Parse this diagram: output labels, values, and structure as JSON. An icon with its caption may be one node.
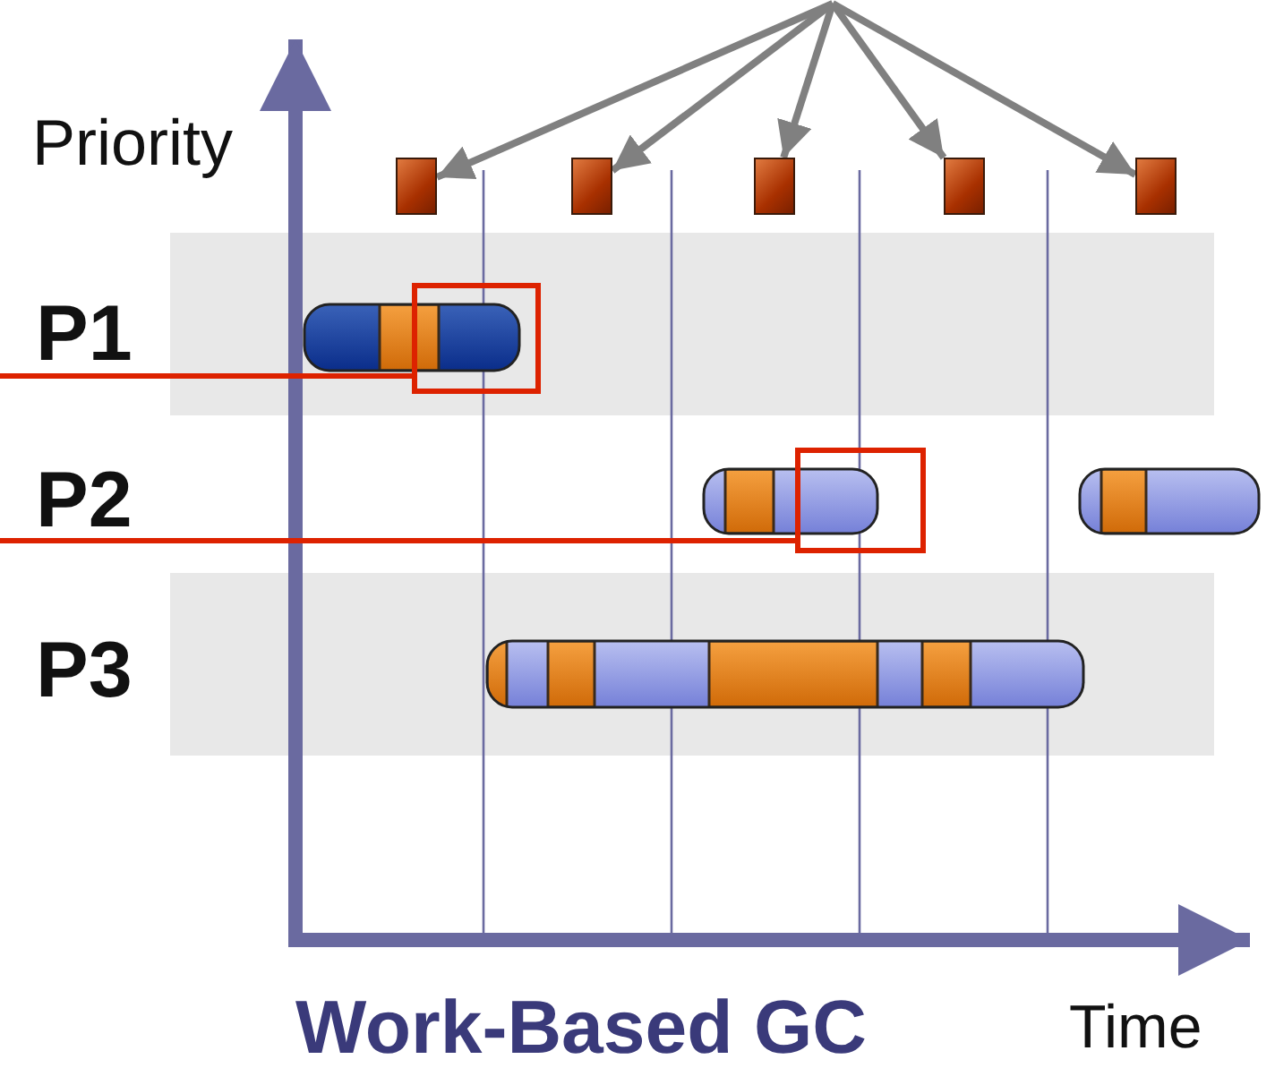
{
  "diagram": {
    "caption": "Work-Based GC",
    "nodes": [
      {
        "text": [],
        "shape": "box"
      },
      {
        "text": [],
        "shape": "box"
      },
      {
        "text": [],
        "shape": "box"
      },
      {
        "text": [],
        "shape": "box"
      },
      {
        "text": [],
        "shape": "box"
      },
      {
        "text": [],
        "shape": "box"
      },
      {
        "text": [],
        "shape": "box"
      }
    ],
    "edges": [
      {
        "from": null,
        "to": 0,
        "arrow": "to"
      },
      {
        "from": null,
        "to": 1,
        "arrow": "to"
      },
      {
        "from": null,
        "to": 2,
        "arrow": "to"
      },
      {
        "from": null,
        "to": 3,
        "arrow": "to"
      },
      {
        "from": null,
        "to": 4,
        "arrow": "to"
      },
      {
        "from": null,
        "to": 5,
        "arrow": "none",
        "color": "#dd2200"
      },
      {
        "from": null,
        "to": 6,
        "arrow": "none",
        "color": "#dd2200"
      }
    ],
    "labels": [
      "Priority",
      "P1",
      "P2",
      "P3",
      "Time"
    ]
  }
}
